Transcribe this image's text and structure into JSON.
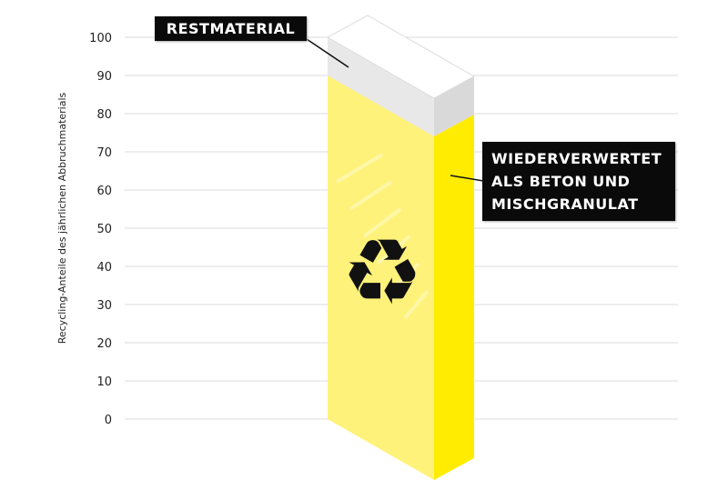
{
  "chart_data": {
    "type": "bar",
    "style": "isometric-stacked-single-bar",
    "title": "",
    "ylabel": "Recycling-Anteile des jährlichen Abbruchmaterials",
    "xlabel": "",
    "ylim": [
      0,
      100
    ],
    "yticks": [
      "0",
      "10",
      "20",
      "30",
      "40",
      "50",
      "60",
      "70",
      "80",
      "90",
      "100"
    ],
    "grid": true,
    "series": [
      {
        "name": "WIEDERVERWERTET ALS BETON UND MISCHGRANULAT",
        "value": 90,
        "color": "#fff200"
      },
      {
        "name": "RESTMATERIAL",
        "value": 10,
        "color": "#e6e6e6"
      }
    ],
    "annotations": {
      "restmaterial": "RESTMATERIAL",
      "recycled": [
        "WIEDERVERWERTET",
        "ALS BETON UND",
        "MISCHGRANULAT"
      ]
    },
    "icon": "recycle-icon"
  }
}
